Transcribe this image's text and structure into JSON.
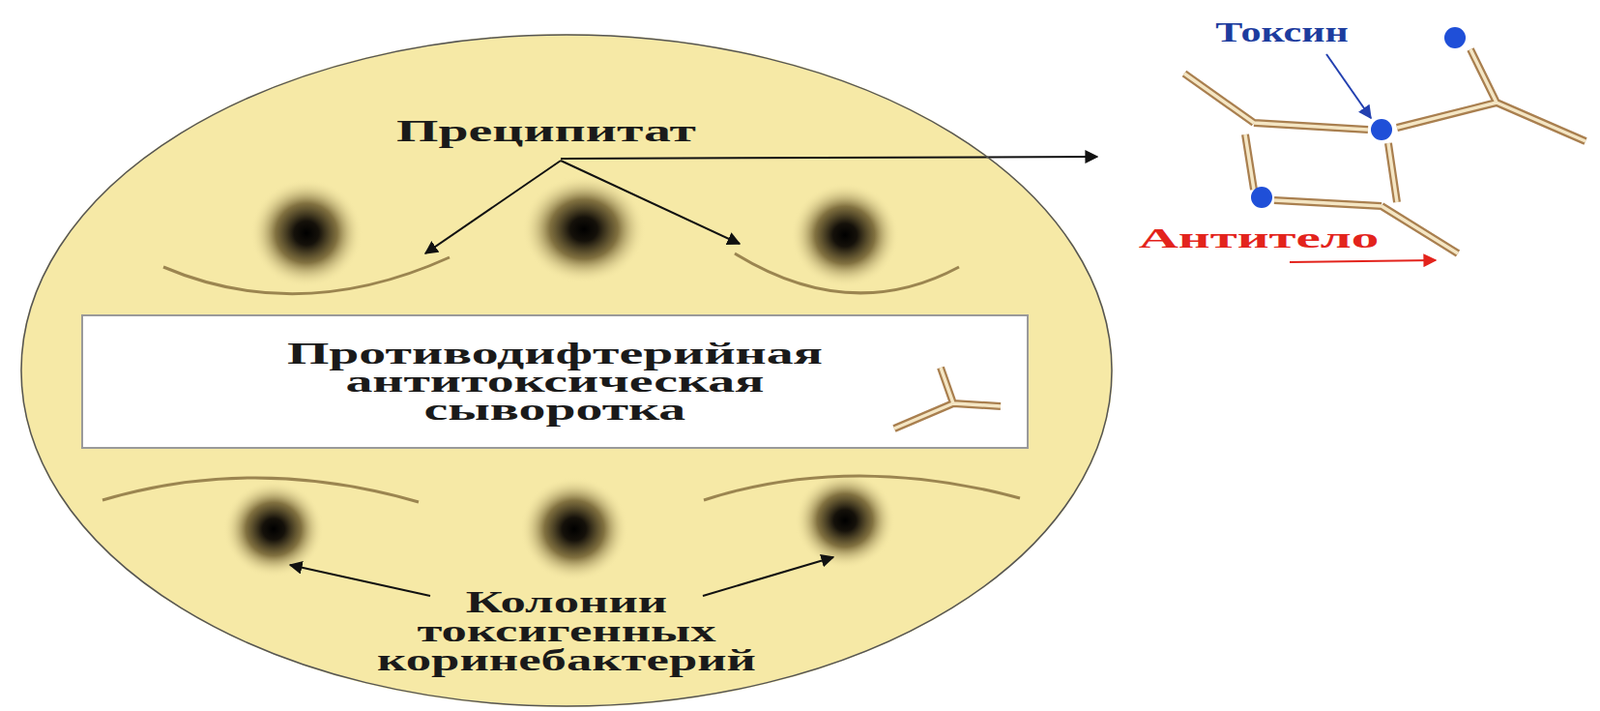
{
  "diagram": {
    "nodes": [
      {
        "text": [
          "Преципитат",
          "Колонии токсигенных коринебактерий"
        ]
      },
      {
        "text": [
          "Противодифтерийная антитоксическая сыворотка"
        ],
        "in": 0
      }
    ],
    "labels": [
      "Токсин",
      "Антитело"
    ]
  }
}
